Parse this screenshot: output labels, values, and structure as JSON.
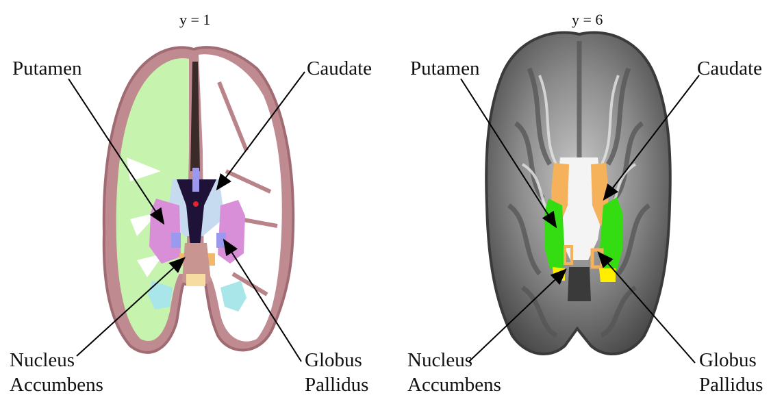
{
  "panels": [
    {
      "slice_label": "y = 1",
      "labels": {
        "putamen": "Putamen",
        "caudate": "Caudate",
        "nucleus_accumbens": [
          "Nucleus",
          "Accumbens"
        ],
        "globus_pallidus": [
          "Globus",
          "Pallidus"
        ]
      },
      "colors": {
        "cortex": "#b78a8f",
        "white_matter_left": "#c8f5b0",
        "putamen": "#d98fd8",
        "caudate": "#c6dbef",
        "ventricle": "#1e1238",
        "pallidus": "#9b98f0",
        "accumbens": "#f2b96b",
        "hippocampus": "#a8e6ea"
      }
    },
    {
      "slice_label": "y = 6",
      "labels": {
        "putamen": "Putamen",
        "caudate": "Caudate",
        "nucleus_accumbens": [
          "Nucleus",
          "Accumbens"
        ],
        "globus_pallidus": [
          "Globus",
          "Pallidus"
        ]
      },
      "colors": {
        "putamen": "#33dd11",
        "caudate": "#f5b25a",
        "accumbens": "#ffee00",
        "pallidus": "#f5b25a",
        "background_mri": "#6e6e6e"
      }
    }
  ]
}
